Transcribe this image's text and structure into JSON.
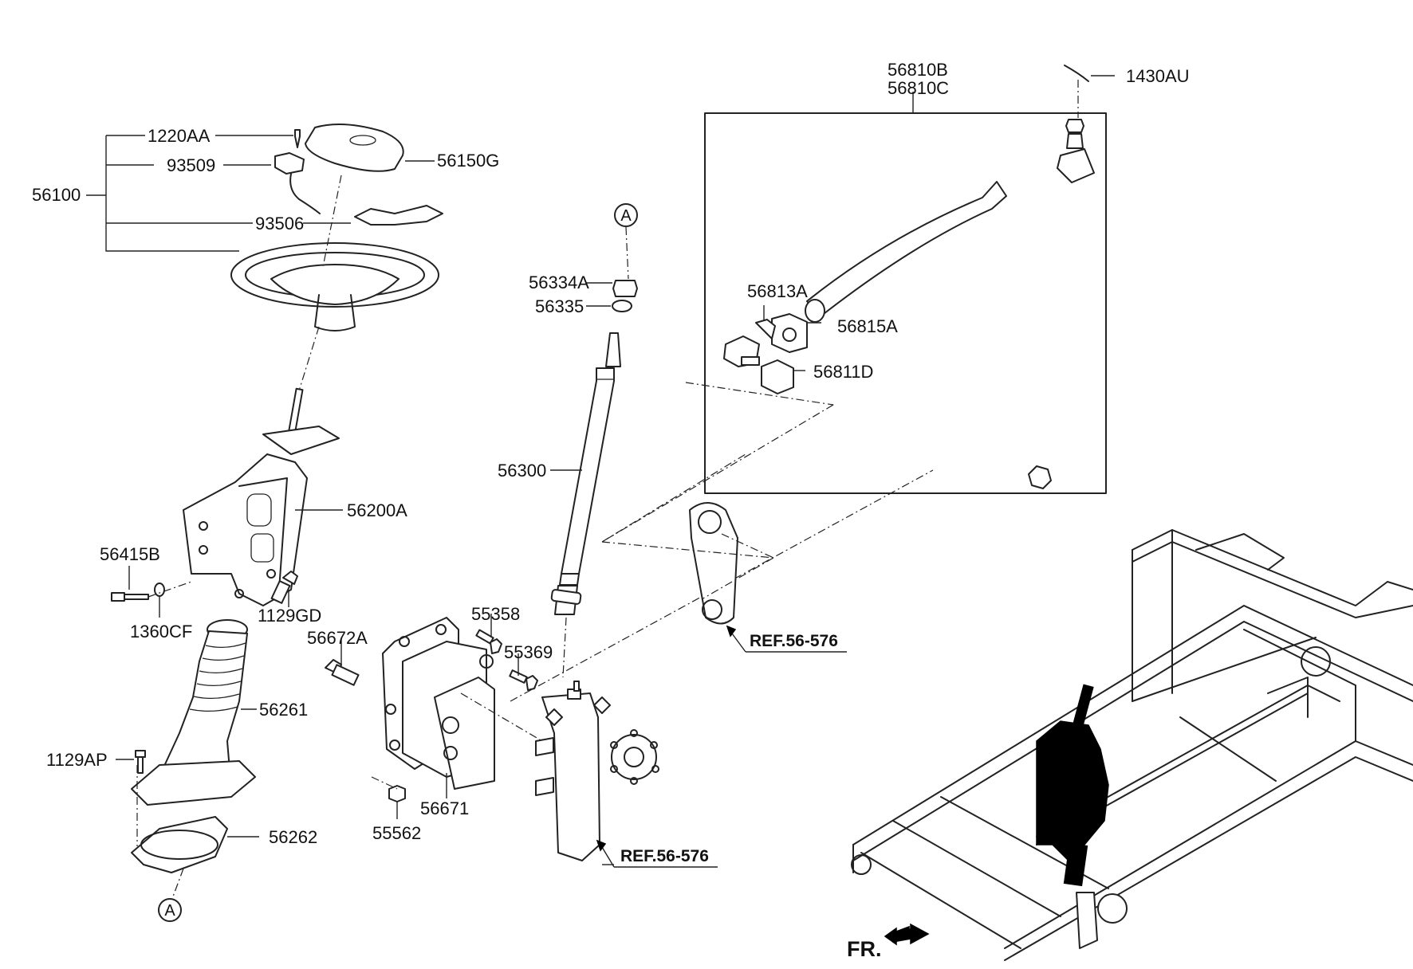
{
  "labels": {
    "p1220AA": "1220AA",
    "p93509": "93509",
    "p56150G": "56150G",
    "p56100": "56100",
    "p93506": "93506",
    "p56200A": "56200A",
    "p56415B": "56415B",
    "p1129GD": "1129GD",
    "p1360CF": "1360CF",
    "p56261": "56261",
    "p1129AP": "1129AP",
    "p56262": "56262",
    "p56334A": "56334A",
    "p56335": "56335",
    "p56300": "56300",
    "p56672A": "56672A",
    "p55358": "55358",
    "p55369": "55369",
    "p56671": "56671",
    "p55562": "55562",
    "p56810B": "56810B",
    "p56810C": "56810C",
    "p1430AU": "1430AU",
    "p56813A": "56813A",
    "p56815A": "56815A",
    "p56811D": "56811D"
  },
  "refs": {
    "ref_gear": "REF.56-576",
    "ref_arm": "REF.56-576"
  },
  "markers": {
    "circle_a_top": "A",
    "circle_a_bottom": "A"
  },
  "direction": {
    "front": "FR."
  }
}
